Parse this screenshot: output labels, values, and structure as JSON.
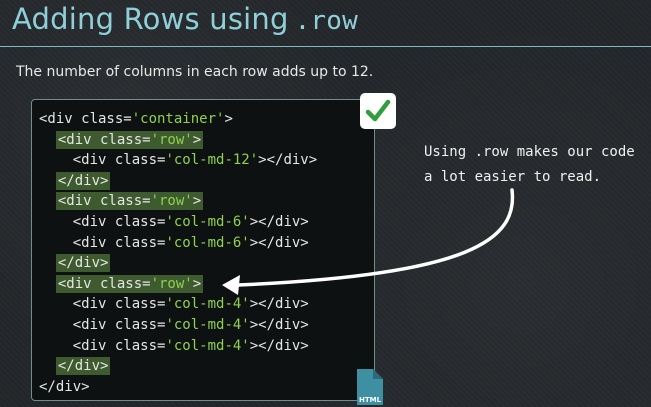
{
  "title": {
    "text": "Adding Rows using",
    "code": ".row"
  },
  "subtitle": "The number of columns in each row adds up to 12.",
  "code_lines": [
    {
      "indent": "",
      "highlight": false,
      "pre": "<div class=",
      "str": "'container'",
      "post": ">"
    },
    {
      "indent": "  ",
      "highlight": true,
      "pre": "<div class=",
      "str": "'row'",
      "post": ">"
    },
    {
      "indent": "    ",
      "highlight": false,
      "pre": "<div class=",
      "str": "'col-md-12'",
      "post": "></div>"
    },
    {
      "indent": "  ",
      "highlight": true,
      "pre": "</div>",
      "str": "",
      "post": ""
    },
    {
      "indent": "  ",
      "highlight": true,
      "pre": "<div class=",
      "str": "'row'",
      "post": ">"
    },
    {
      "indent": "    ",
      "highlight": false,
      "pre": "<div class=",
      "str": "'col-md-6'",
      "post": "></div>"
    },
    {
      "indent": "    ",
      "highlight": false,
      "pre": "<div class=",
      "str": "'col-md-6'",
      "post": "></div>"
    },
    {
      "indent": "  ",
      "highlight": true,
      "pre": "</div>",
      "str": "",
      "post": ""
    },
    {
      "indent": "  ",
      "highlight": true,
      "pre": "<div class=",
      "str": "'row'",
      "post": ">"
    },
    {
      "indent": "    ",
      "highlight": false,
      "pre": "<div class=",
      "str": "'col-md-4'",
      "post": "></div>"
    },
    {
      "indent": "    ",
      "highlight": false,
      "pre": "<div class=",
      "str": "'col-md-4'",
      "post": "></div>"
    },
    {
      "indent": "    ",
      "highlight": false,
      "pre": "<div class=",
      "str": "'col-md-4'",
      "post": "></div>"
    },
    {
      "indent": "  ",
      "highlight": true,
      "pre": "</div>",
      "str": "",
      "post": ""
    },
    {
      "indent": "",
      "highlight": false,
      "pre": "</div>",
      "str": "",
      "post": ""
    }
  ],
  "annotation": {
    "line1": "Using .row makes our code",
    "line2": "a lot easier to read."
  },
  "check_icon": "checkmark-icon",
  "file_badge": {
    "icon": "html-file-icon",
    "label": "HTML"
  },
  "colors": {
    "title": "#8fd0d8",
    "string": "#8fd14f",
    "highlight": "#3e5a2f",
    "check": "#2e9e3e",
    "file_icon": "#3f8fa3"
  }
}
